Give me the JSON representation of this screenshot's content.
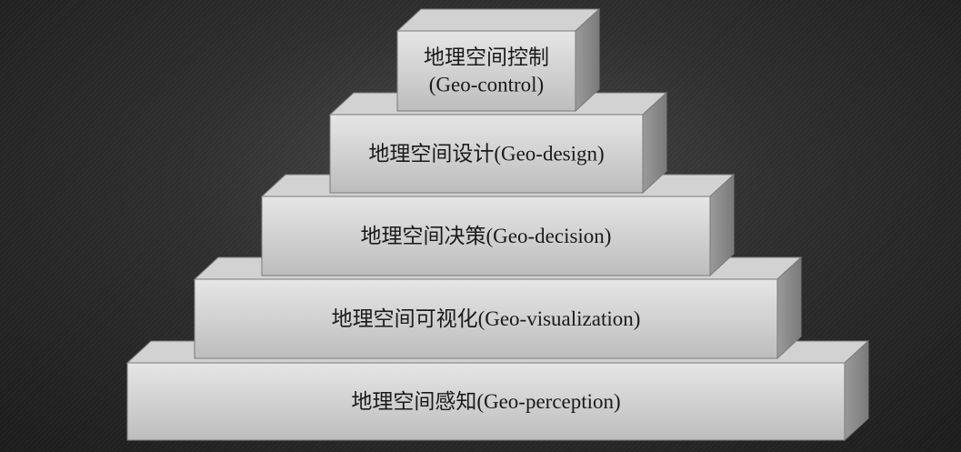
{
  "diagram": {
    "type": "stepped-pyramid",
    "colors": {
      "front_light": "#e6e6e6",
      "front_dark": "#bdbdbd",
      "top": "#d2d2d2",
      "side": "#9a9a9a",
      "edge": "#7a7a7a",
      "text": "#1a1a1a"
    },
    "tiers": [
      {
        "name": "geo-control",
        "lines": [
          "地理空间控制",
          "(Geo-control)"
        ]
      },
      {
        "name": "geo-design",
        "lines": [
          "地理空间设计(Geo-design)"
        ]
      },
      {
        "name": "geo-decision",
        "lines": [
          "地理空间决策(Geo-decision)"
        ]
      },
      {
        "name": "geo-visualization",
        "lines": [
          "地理空间可视化(Geo-visualization)"
        ]
      },
      {
        "name": "geo-perception",
        "lines": [
          "地理空间感知(Geo-perception)"
        ]
      }
    ]
  }
}
